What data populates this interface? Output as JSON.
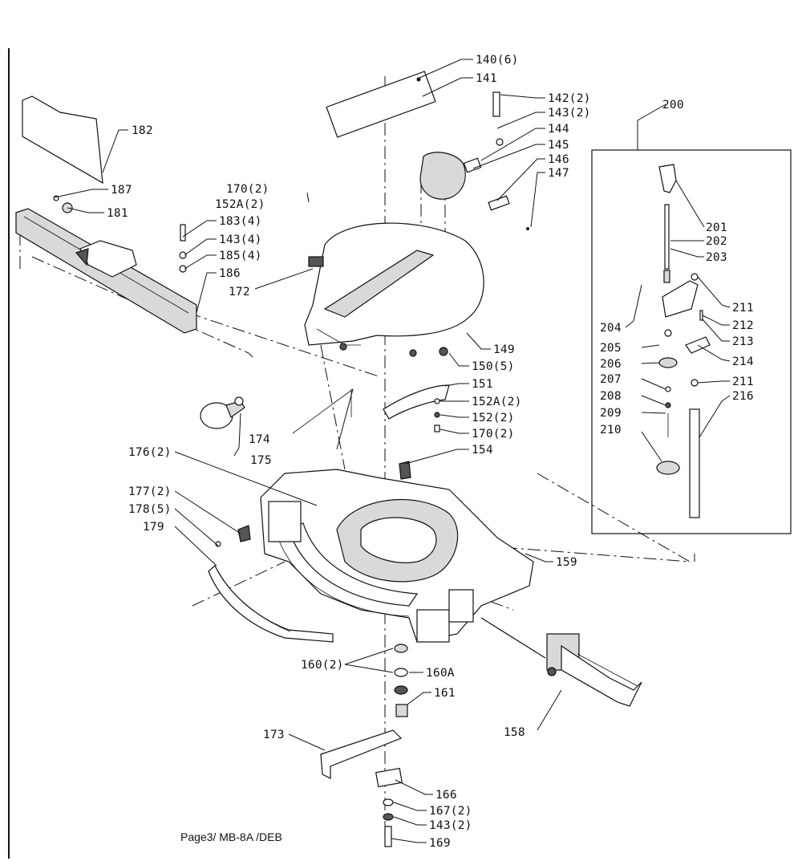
{
  "footer": "Page3/ MB-8A /DEB",
  "callouts": {
    "c140": "140(6)",
    "c141": "141",
    "c142": "142(2)",
    "c143a": "143(2)",
    "c144": "144",
    "c145": "145",
    "c146": "146",
    "c147": "147",
    "c149": "149",
    "c150": "150(5)",
    "c151": "151",
    "c152a": "152A(2)",
    "c152": "152(2)",
    "c170b": "170(2)",
    "c154": "154",
    "c158": "158",
    "c159": "159",
    "c160": "160(2)",
    "c160a": "160A",
    "c161": "161",
    "c166": "166",
    "c167": "167(2)",
    "c143c": "143(2)",
    "c169": "169",
    "c173": "173",
    "c174": "174",
    "c175": "175",
    "c176": "176(2)",
    "c177": "177(2)",
    "c178": "178(5)",
    "c179": "179",
    "c170a": "170(2)",
    "c152b": "152A(2)",
    "c183": "183(4)",
    "c143b": "143(4)",
    "c185": "185(4)",
    "c186": "186",
    "c172": "172",
    "c182": "182",
    "c187": "187",
    "c181": "181",
    "c200": "200",
    "c201": "201",
    "c202": "202",
    "c203": "203",
    "c204": "204",
    "c205": "205",
    "c206": "206",
    "c207": "207",
    "c208": "208",
    "c209": "209",
    "c210": "210",
    "c211a": "211",
    "c212": "212",
    "c213": "213",
    "c214": "214",
    "c211b": "211",
    "c216": "216"
  }
}
